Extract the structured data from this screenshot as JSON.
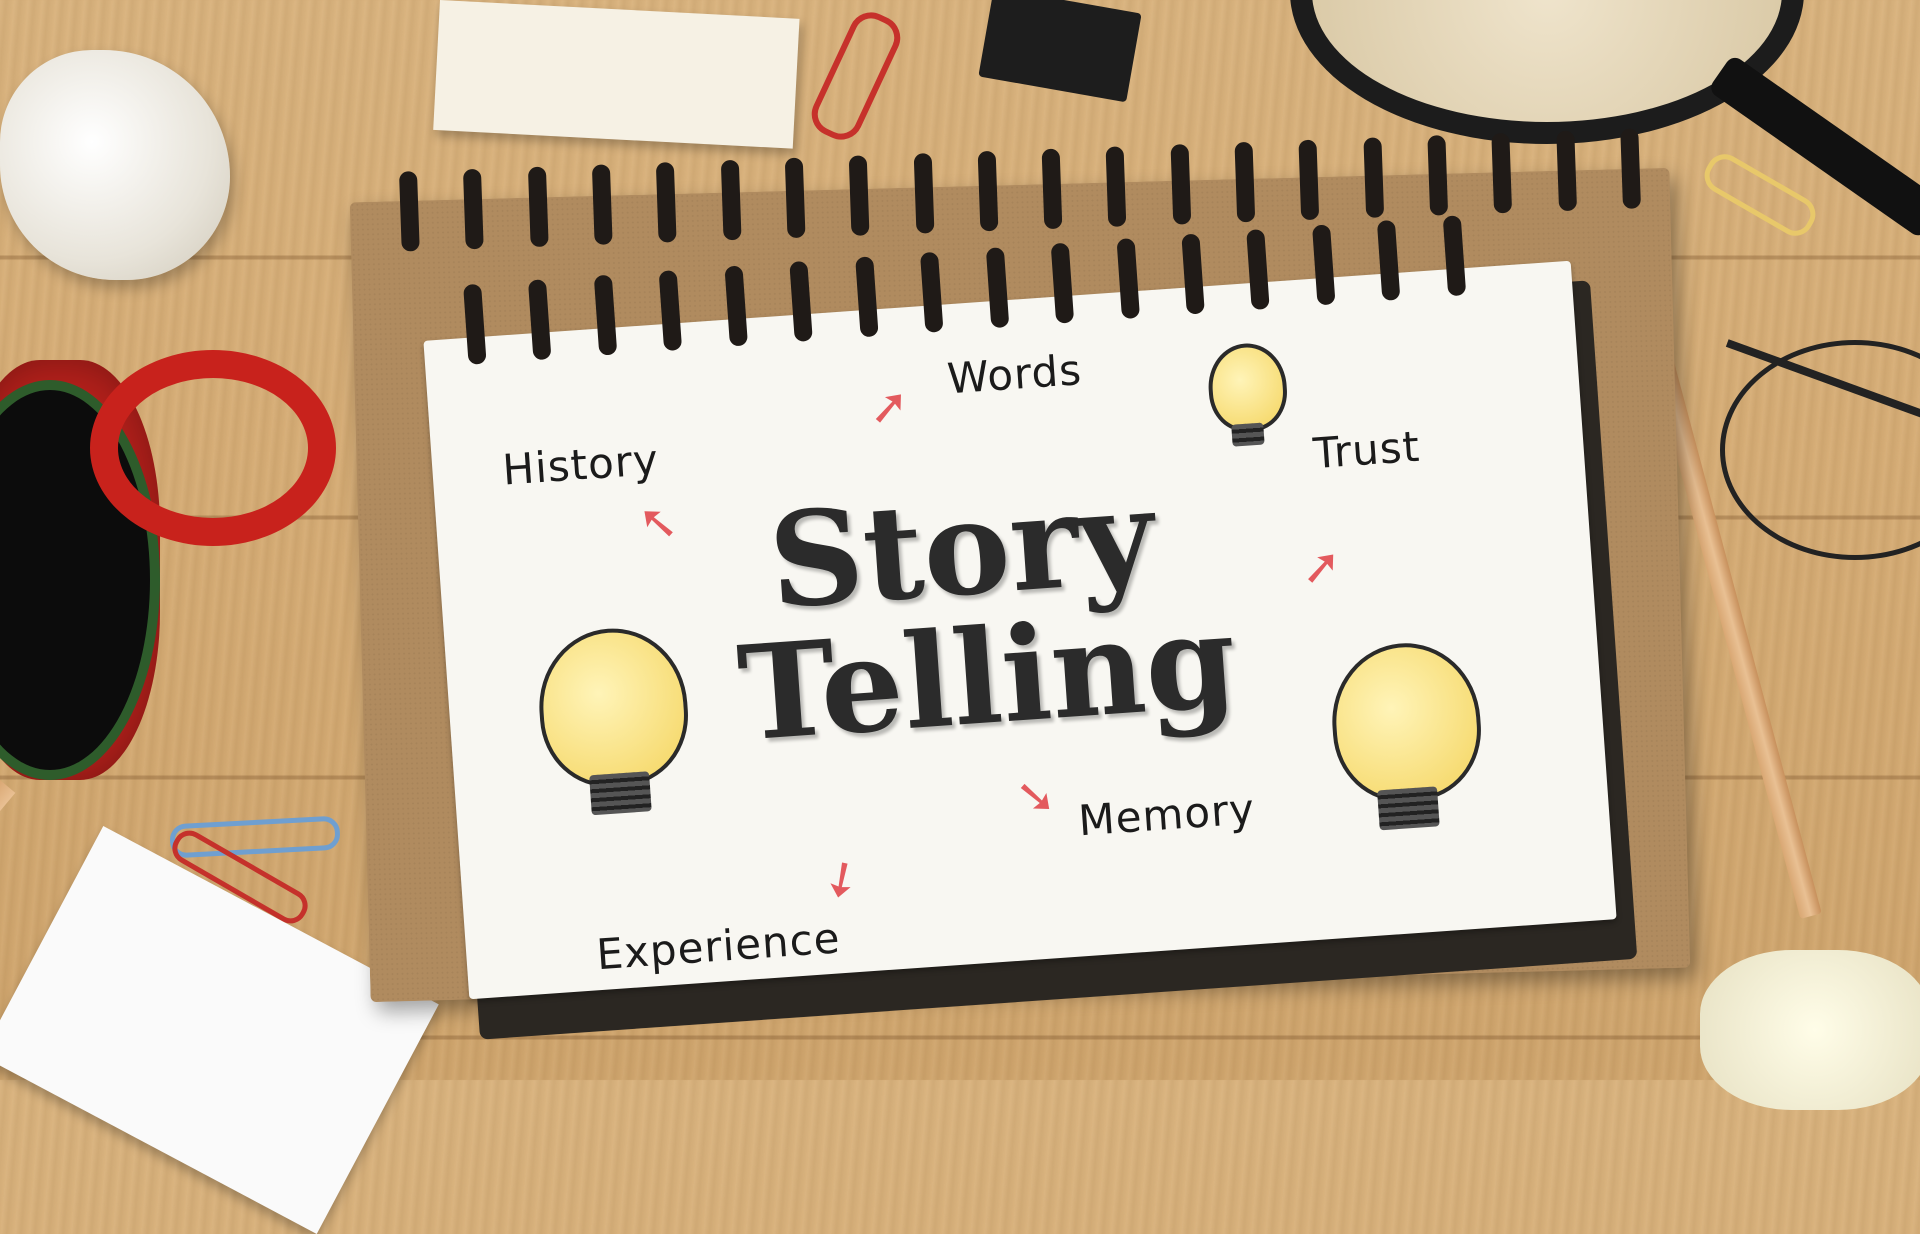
{
  "scene": {
    "description": "Spiral notebook on wooden desk with hand-drawn mind map",
    "title_line1": "Story",
    "title_line2": "Telling",
    "labels": {
      "history": "History",
      "words": "Words",
      "trust": "Trust",
      "memory": "Memory",
      "experience": "Experience"
    },
    "arrow_glyph": "➚",
    "colors": {
      "desk": "#d6ac74",
      "page": "#f8f7f2",
      "arrow": "#e35a5e",
      "bulb": "#f4d45e",
      "mug": "#b3201b",
      "cardboard": "#b08b5f"
    }
  }
}
